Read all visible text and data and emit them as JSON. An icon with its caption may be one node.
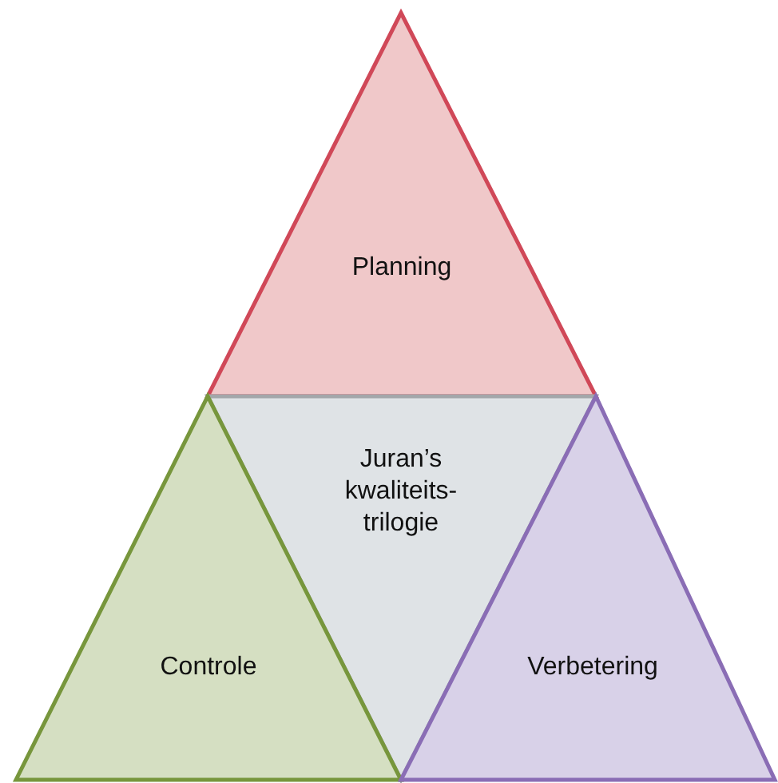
{
  "diagram": {
    "nodes": [
      {
        "text": [
          "Planning"
        ]
      },
      {
        "text": [
          "Juran’s kwaliteits- trilogie"
        ]
      },
      {
        "text": [
          "Controle"
        ]
      },
      {
        "text": [
          "Verbetering"
        ]
      }
    ]
  }
}
